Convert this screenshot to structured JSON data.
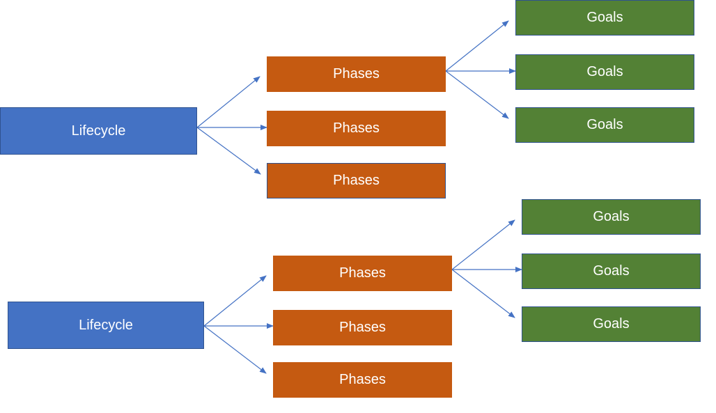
{
  "colors": {
    "lifecycle": "#4472c4",
    "phase": "#c55a11",
    "goal": "#538135",
    "arrow": "#4472c4"
  },
  "diagrams": [
    {
      "lifecycle": "Lifecycle",
      "phases": [
        "Phases",
        "Phases",
        "Phases"
      ],
      "goals": [
        "Goals",
        "Goals",
        "Goals"
      ]
    },
    {
      "lifecycle": "Lifecycle",
      "phases": [
        "Phases",
        "Phases",
        "Phases"
      ],
      "goals": [
        "Goals",
        "Goals",
        "Goals"
      ]
    }
  ]
}
